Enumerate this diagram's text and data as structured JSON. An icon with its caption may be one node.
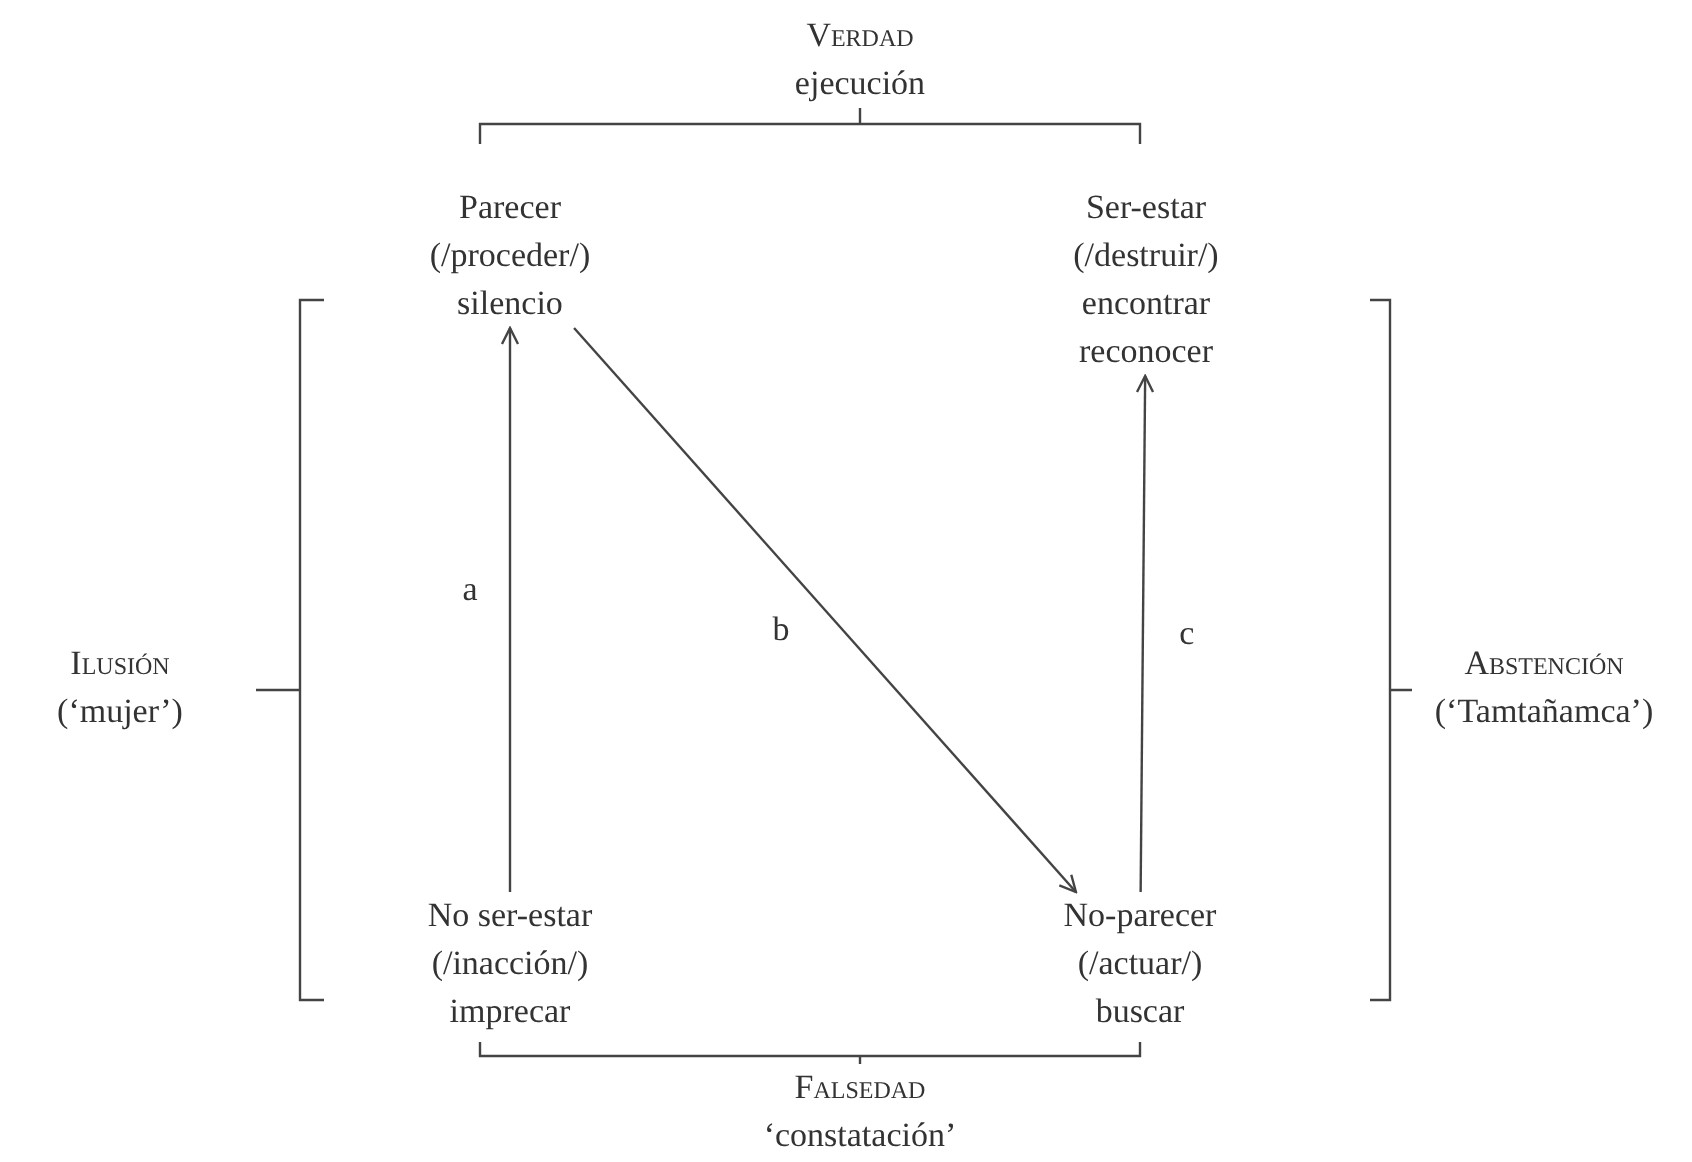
{
  "diagram": {
    "nodes": [
      {
        "text": [
          "Verdad",
          "ejecución"
        ]
      },
      {
        "text": [
          "Parecer",
          "(/proceder/)",
          "silencio"
        ]
      },
      {
        "text": [
          "Ser-estar",
          "(/destruir/)",
          "encontrar",
          "reconocer"
        ]
      },
      {
        "text": [
          "Ilusión",
          "(‘mujer’)"
        ]
      },
      {
        "text": [
          "Abstención",
          "(‘Tamtañamca’)"
        ]
      },
      {
        "text": [
          "No ser-estar",
          "(/inacción/)",
          "imprecar"
        ]
      },
      {
        "text": [
          "No-parecer",
          "(/actuar/)",
          "buscar"
        ]
      },
      {
        "text": [
          "Falsedad",
          "‘constatación’"
        ]
      }
    ],
    "edges": [
      {
        "from": 5,
        "to": 1,
        "arrow": "to",
        "label": "a"
      },
      {
        "from": 1,
        "to": 6,
        "arrow": "to",
        "label": "b"
      },
      {
        "from": 6,
        "to": 2,
        "arrow": "to",
        "label": "c"
      }
    ]
  }
}
